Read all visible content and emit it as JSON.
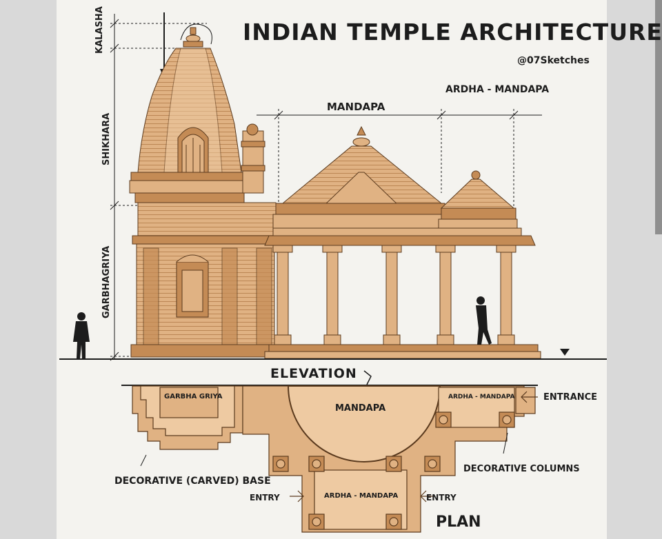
{
  "title": "INDIAN TEMPLE ARCHITECTURE",
  "credit": "@07Sketches",
  "elevation": {
    "label": "ELEVATION",
    "height_labels": {
      "kalasha": "KALASHA",
      "shikhara": "SHIKHARA",
      "garbhagriya": "GARBHAGRIYA"
    },
    "top_labels": {
      "mandapa": "MANDAPA",
      "ardha_mandapa": "ARDHA - MANDAPA"
    }
  },
  "plan": {
    "label": "PLAN",
    "rooms": {
      "garbha_griya": "GARBHA GRIYA",
      "mandapa": "MANDAPA",
      "ardha_mandapa_right": "ARDHA - MANDAPA",
      "ardha_mandapa_bottom": "ARDHA - MANDAPA"
    },
    "callouts": {
      "entrance": "ENTRANCE",
      "decorative_base": "DECORATIVE (CARVED) BASE",
      "decorative_columns": "DECORATIVE COLUMNS",
      "entry_left": "ENTRY",
      "entry_right": "ENTRY"
    }
  },
  "colors": {
    "stone": "#e0b283",
    "stone_dark": "#c48b55",
    "stone_light": "#eecaa2",
    "ink": "#1c1c1c",
    "paper": "#f4f3ef"
  }
}
